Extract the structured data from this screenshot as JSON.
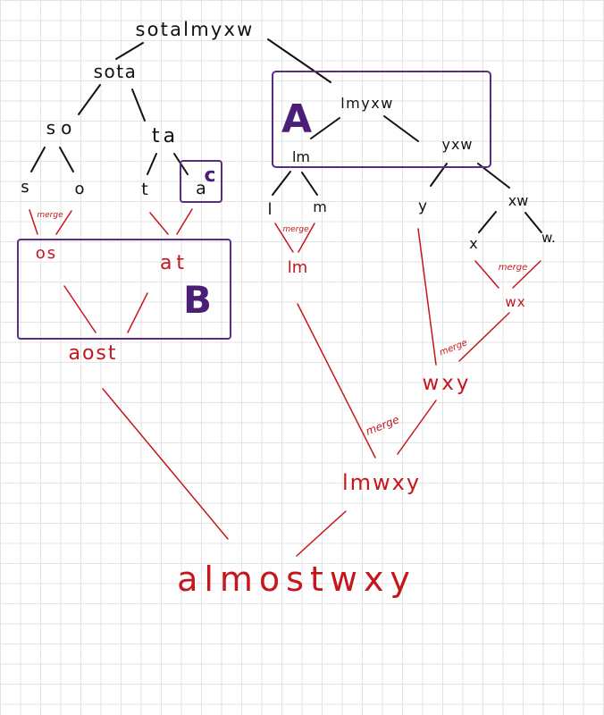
{
  "colors": {
    "split": "#111111",
    "merge": "#c4161c",
    "box": "#5a2d82",
    "grid": "#e3e3e3"
  },
  "split_tree": {
    "root": "sotalmyxw",
    "left": "sota",
    "left_left": "so",
    "left_right": "ta",
    "leaf_s": "s",
    "leaf_o": "o",
    "leaf_t": "t",
    "leaf_a": "a",
    "right": "lmyxw",
    "right_left": "lm",
    "right_right": "yxw",
    "leaf_l": "l",
    "leaf_m": "m",
    "leaf_y": "y",
    "xw": "xw",
    "leaf_x": "x",
    "leaf_w": "w."
  },
  "merge_tree": {
    "os": "os",
    "at": "at",
    "aost": "aost",
    "lm": "lm",
    "wx": "wx",
    "wxy": "wxy",
    "lmwxy": "lmwxy",
    "result": "almostwxy",
    "merge_labels": [
      "merge",
      "merge",
      "merge",
      "merge",
      "merge"
    ]
  },
  "boxes": {
    "A": "A",
    "B": "B",
    "C": "c"
  }
}
